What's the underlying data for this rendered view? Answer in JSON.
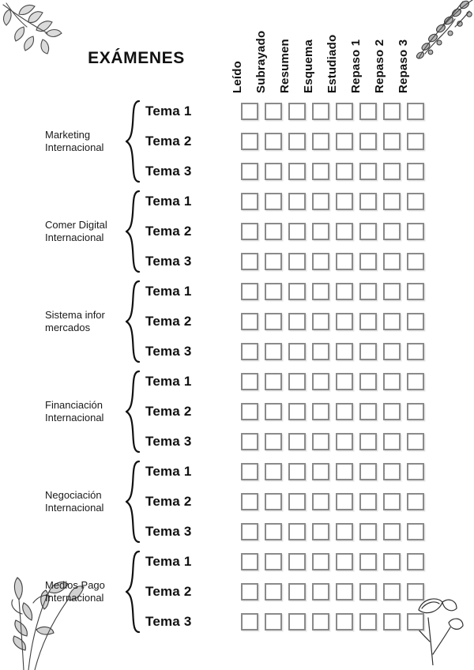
{
  "page": {
    "title": "EXÁMENES",
    "columns": [
      "Leído",
      "Subrayado",
      "Resumen",
      "Esquema",
      "Estudiado",
      "Repaso 1",
      "Repaso 2",
      "Repaso 3"
    ],
    "topics": [
      "Tema 1",
      "Tema 2",
      "Tema 3"
    ],
    "subjects": [
      {
        "line1": "Marketing",
        "line2": "Internacional"
      },
      {
        "line1": "Comer Digital",
        "line2": "Internacional"
      },
      {
        "line1": "Sistema infor",
        "line2": "mercados"
      },
      {
        "line1": "Financiación",
        "line2": "Internacional"
      },
      {
        "line1": "Negociación",
        "line2": "Internacional"
      },
      {
        "line1": "Medios Pago",
        "line2": "Internacional"
      }
    ],
    "checkbox_state": "empty",
    "decorations": [
      "leaf-branch-top-left",
      "floral-branch-top-right",
      "wildflower-spray-bottom-left",
      "poppy-flower-bottom-right"
    ],
    "colors": {
      "ink": "#111111",
      "checkbox_border": "#8a8a8a",
      "paper": "#ffffff"
    }
  }
}
